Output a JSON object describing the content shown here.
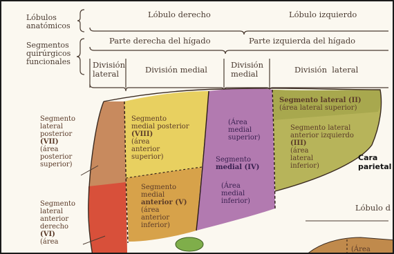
{
  "rows": {
    "row1_label": [
      "Lóbulos",
      "anatómicos"
    ],
    "row2_label": [
      "Segmentos",
      "quirúrgicos",
      "funcionales"
    ]
  },
  "headers": {
    "lobulo_derecho": "Lóbulo derecho",
    "lobulo_izquierdo": "Lóbulo izquierdo",
    "parte_derecha": "Parte derecha del hígado",
    "parte_izquierda": "Parte izquierda del hígado",
    "div_lateral_der": [
      "División",
      "lateral"
    ],
    "div_medial_der": "División medial",
    "div_medial_izq": [
      "División",
      "medial"
    ],
    "div_lateral_izq": "División  lateral"
  },
  "segments": {
    "vii": [
      "Segmento",
      "lateral",
      "posterior",
      "(VII)",
      "(área",
      "posterior",
      "superior)"
    ],
    "vi": [
      "Segmento",
      "lateral",
      "anterior",
      "derecho",
      "(VI)",
      "(área"
    ],
    "viii": [
      "Segmento",
      "medial posterior",
      "(VIII)",
      "(área",
      "anterior",
      "superior)"
    ],
    "v": [
      "Segmento",
      "medial",
      "anterior (V)",
      "(área",
      "anterior",
      "inferior)"
    ],
    "iv_sup": [
      "(Área",
      "medial",
      "superior)"
    ],
    "iv_label": [
      "Segmento",
      "medial (IV)"
    ],
    "iv_inf": [
      "(Área",
      "medial",
      "inferior)"
    ],
    "ii": [
      "Segmento lateral (II)",
      "(área lateral superior)"
    ],
    "iii": [
      "Segmento lateral",
      "anterior izquierdo",
      "(III)",
      "(área",
      "lateral",
      "inferior)"
    ]
  },
  "cara": [
    "Cara",
    "parietal"
  ],
  "lobulo_cut": "Lóbulo d",
  "area_cut": "(Área",
  "colors": {
    "vii": "#c88a5e",
    "vi": "#d8503a",
    "viii": "#e8d060",
    "v": "#d7a24a",
    "iv": "#b27ab0",
    "ii_iii": "#b7b45a",
    "border": "#3a2a20"
  }
}
